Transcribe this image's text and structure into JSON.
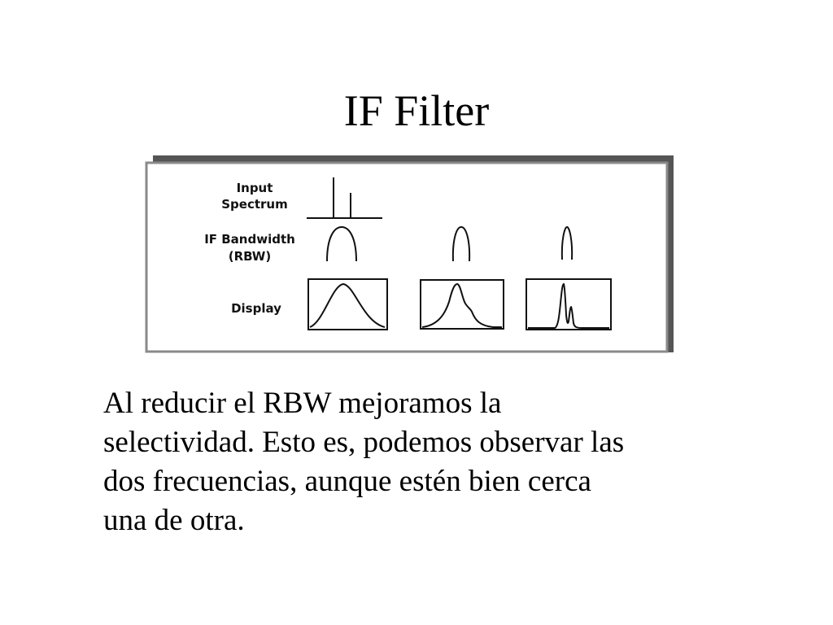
{
  "slide": {
    "title": "IF Filter"
  },
  "figure": {
    "labels": {
      "input_line1": "Input",
      "input_line2": "Spectrum",
      "if_line1": "IF Bandwidth",
      "if_line2": "(RBW)",
      "display": "Display"
    },
    "colors": {
      "frame_shadow": "#555555",
      "frame_border": "#8a8a8a",
      "stroke": "#111111"
    }
  },
  "caption": {
    "lines": [
      "Al reducir el RBW mejoramos la",
      "selectividad. Esto es, podemos observar las",
      "dos frecuencias, aunque estén bien cerca",
      "una de otra."
    ]
  }
}
